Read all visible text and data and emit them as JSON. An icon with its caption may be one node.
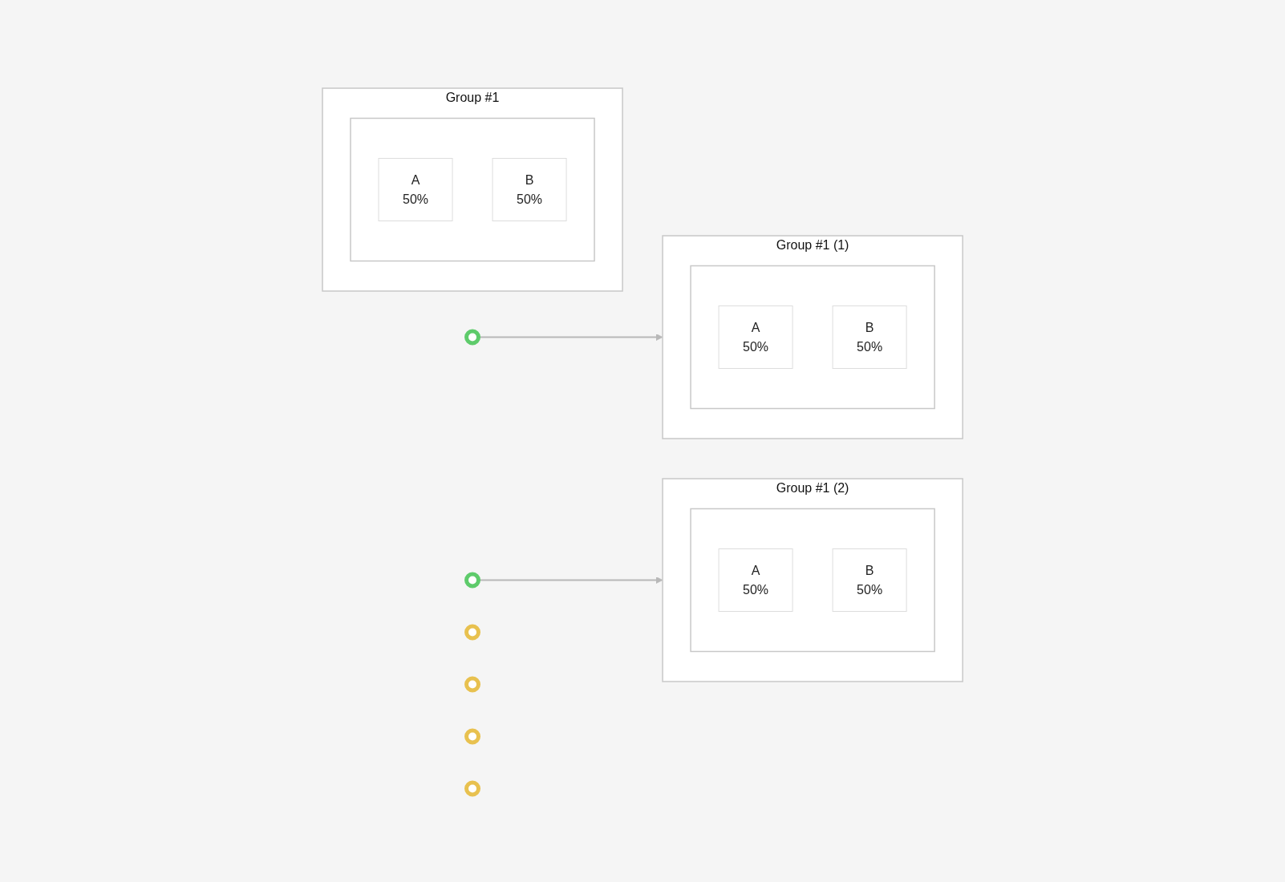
{
  "diagram": {
    "nodes": [
      {
        "text": [
          "Group #1"
        ]
      },
      {
        "text": [],
        "shape": "box",
        "in": 0
      },
      {
        "text": [
          "A",
          "50%"
        ],
        "in": 1
      },
      {
        "text": [
          "B",
          "50%"
        ],
        "in": 1
      },
      {
        "text": [],
        "shape": "circle"
      },
      {
        "text": [],
        "shape": "circle"
      },
      {
        "text": [
          "Group #1 (1)"
        ]
      },
      {
        "text": [],
        "shape": "box",
        "in": 6
      },
      {
        "text": [
          "A",
          "50%"
        ],
        "in": 7
      },
      {
        "text": [
          "B",
          "50%"
        ],
        "in": 7
      },
      {
        "text": [],
        "shape": "circle"
      },
      {
        "text": [],
        "shape": "circle"
      },
      {
        "text": [
          "Group #1 (2)"
        ]
      },
      {
        "text": [],
        "shape": "box",
        "in": 12
      },
      {
        "text": [
          "A",
          "50%"
        ],
        "in": 13
      },
      {
        "text": [
          "B",
          "50%"
        ],
        "in": 13
      },
      {
        "text": [],
        "shape": "circle"
      },
      {
        "text": [],
        "shape": "circle"
      }
    ],
    "edges": [
      {
        "from": 4,
        "to": 6,
        "arrow": "to"
      },
      {
        "from": 5,
        "to": 12,
        "arrow": "to"
      }
    ]
  }
}
